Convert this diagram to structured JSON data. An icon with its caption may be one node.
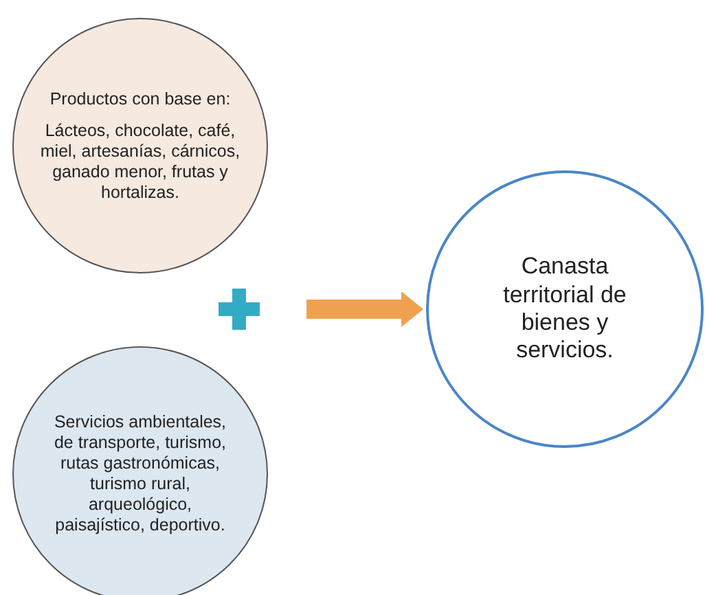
{
  "diagram": {
    "nodes": [
      {
        "text": [
          "Productos con base en:",
          "Lácteos, chocolate, café, miel, artesanías, cárnicos, ganado menor, frutas y hortalizas."
        ]
      },
      {
        "text": [
          "Servicios ambientales, de transporte, turismo, rutas gastronómicas, turismo rural, arqueológico, paisajístico, deportivo."
        ]
      },
      {
        "text": [
          "Canasta territorial de bienes y servicios."
        ]
      }
    ],
    "edges": [
      {
        "from": null,
        "to": 2,
        "arrow": "to",
        "style": "thick"
      }
    ]
  }
}
